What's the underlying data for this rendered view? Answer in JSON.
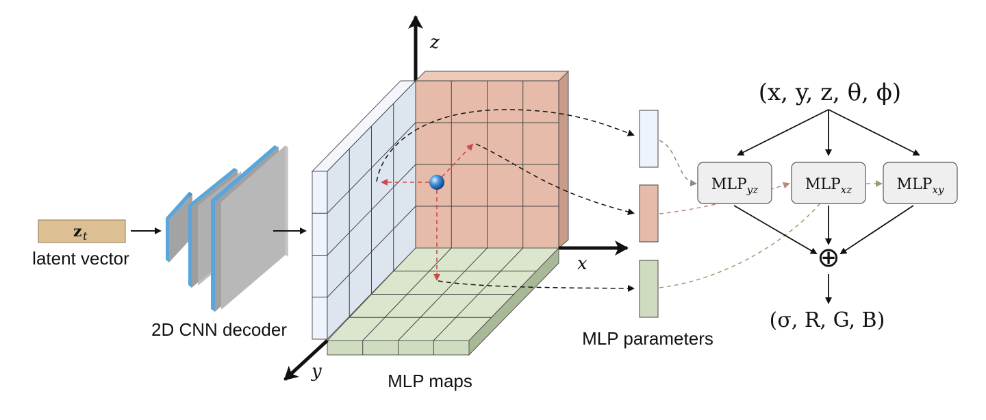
{
  "labels": {
    "latent_vector_symbol": "z",
    "latent_vector_subscript": "t",
    "latent_vector": "latent vector",
    "cnn_decoder": "2D CNN decoder",
    "mlp_maps": "MLP maps",
    "mlp_parameters": "MLP parameters",
    "axis_x": "x",
    "axis_y": "y",
    "axis_z": "z"
  },
  "query": "(x, y, z, θ, ϕ)",
  "mlps": [
    {
      "base": "MLP",
      "sub": "yz"
    },
    {
      "base": "MLP",
      "sub": "xz"
    },
    {
      "base": "MLP",
      "sub": "xy"
    }
  ],
  "aggregate_symbol": "⊕",
  "output": "(σ, R, G, B)",
  "colors": {
    "latent": "#dcc093",
    "cnn_blue": "#5aa6dc",
    "cnn_gray": "#a3a3a3",
    "plane_yz": "#dde6ee",
    "plane_xz": "#e6bba9",
    "plane_xy": "#dbe6cc",
    "param_yz": "#eef4fb",
    "param_xz": "#e6bba9",
    "param_xy": "#cfdcc0",
    "mlp_box": "#efefef"
  }
}
